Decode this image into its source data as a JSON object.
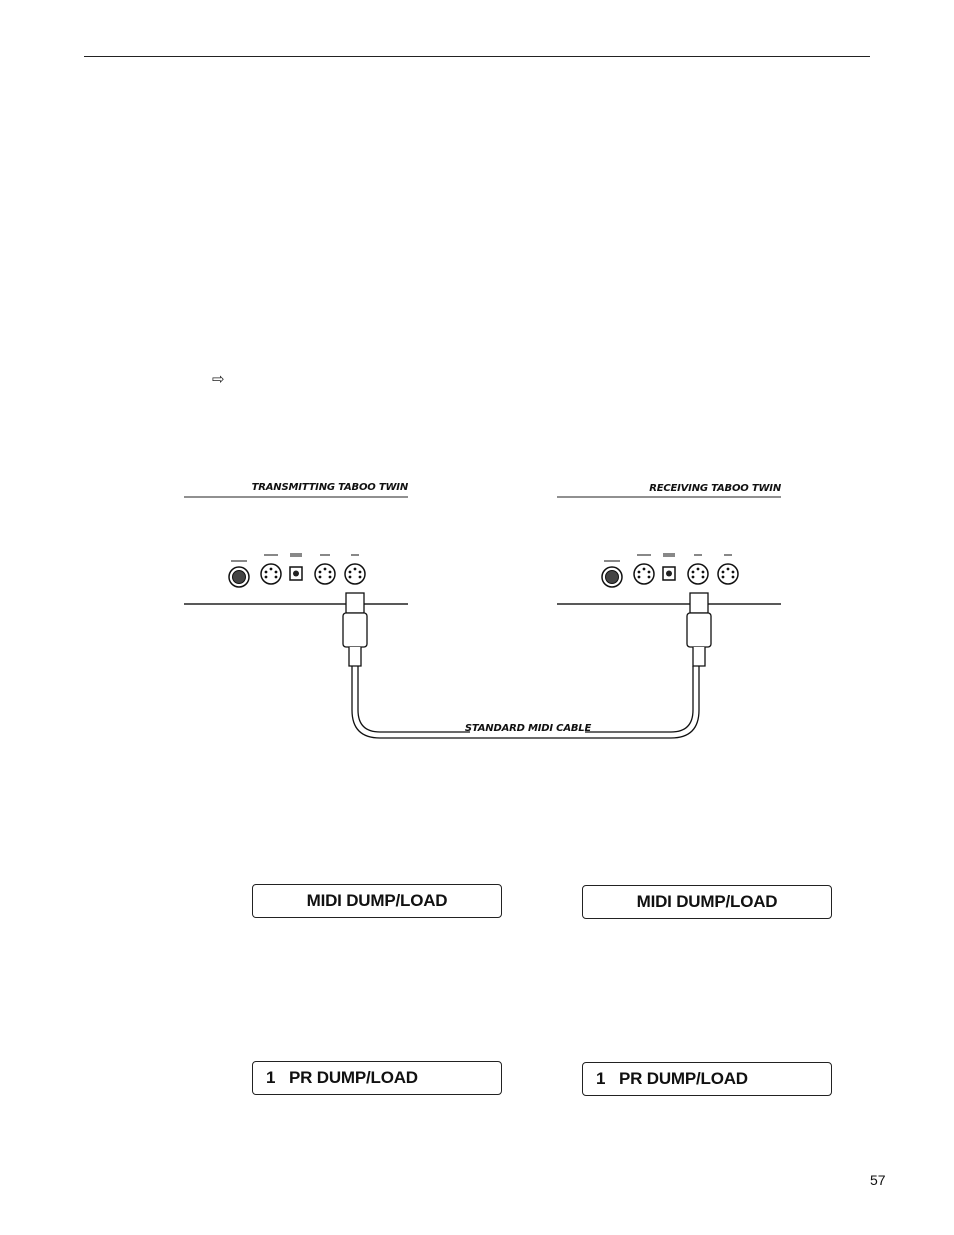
{
  "diagram": {
    "left_unit_label": "TRANSMITTING TABOO TWIN",
    "right_unit_label": "RECEIVING TABOO TWIN",
    "cable_label": "STANDARD MIDI CABLE"
  },
  "displays": {
    "midi_dump_load_left": "MIDI DUMP/LOAD",
    "midi_dump_load_right": "MIDI DUMP/LOAD",
    "pr_dump_left": {
      "number": "1",
      "label": "PR DUMP/LOAD"
    },
    "pr_dump_right": {
      "number": "1",
      "label": "PR DUMP/LOAD"
    }
  },
  "page": {
    "number": "57"
  },
  "icons": {
    "bullet_arrow": "⇨"
  }
}
